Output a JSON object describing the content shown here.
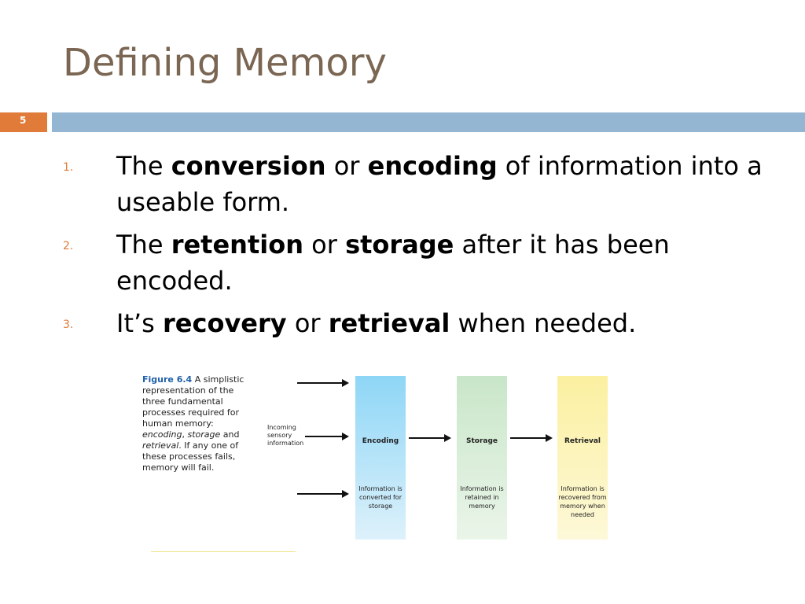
{
  "slide": {
    "title": "Defining Memory",
    "number": "5"
  },
  "points": [
    {
      "num": "1.",
      "segments": [
        {
          "text": "The ",
          "bold": false
        },
        {
          "text": "conversion",
          "bold": true
        },
        {
          "text": " or ",
          "bold": false
        },
        {
          "text": "encoding",
          "bold": true
        },
        {
          "text": " of information into a useable form.",
          "bold": false
        }
      ]
    },
    {
      "num": "2.",
      "segments": [
        {
          "text": "The ",
          "bold": false
        },
        {
          "text": "retention",
          "bold": true
        },
        {
          "text": " or ",
          "bold": false
        },
        {
          "text": "storage",
          "bold": true
        },
        {
          "text": " after it has been encoded.",
          "bold": false
        }
      ]
    },
    {
      "num": "3.",
      "segments": [
        {
          "text": "It’s ",
          "bold": false
        },
        {
          "text": "recovery",
          "bold": true
        },
        {
          "text": " or ",
          "bold": false
        },
        {
          "text": "retrieval",
          "bold": true
        },
        {
          "text": " when needed.",
          "bold": false
        }
      ]
    }
  ],
  "figure": {
    "label": "Figure 6.4",
    "caption_1": " A simplistic representation of the three fundamental processes required for human memory: ",
    "caption_enc": "encoding",
    "caption_sep": ", ",
    "caption_sto": "storage",
    "caption_and": " and ",
    "caption_ret": "retrieval",
    "caption_2": ". If any one of these processes fails, memory will fail.",
    "incoming": "Incoming sensory information",
    "stages": [
      {
        "name": "Encoding",
        "desc": "Information is converted for storage"
      },
      {
        "name": "Storage",
        "desc": "Information is retained in memory"
      },
      {
        "name": "Retrieval",
        "desc": "Information is recovered from memory when needed"
      }
    ]
  },
  "colors": {
    "title": "#7a6652",
    "accent": "#e07b39",
    "bar": "#94b6d2",
    "encoding": "#8ed6f6",
    "storage": "#c9e6c9",
    "retrieval": "#fbf0a0"
  }
}
